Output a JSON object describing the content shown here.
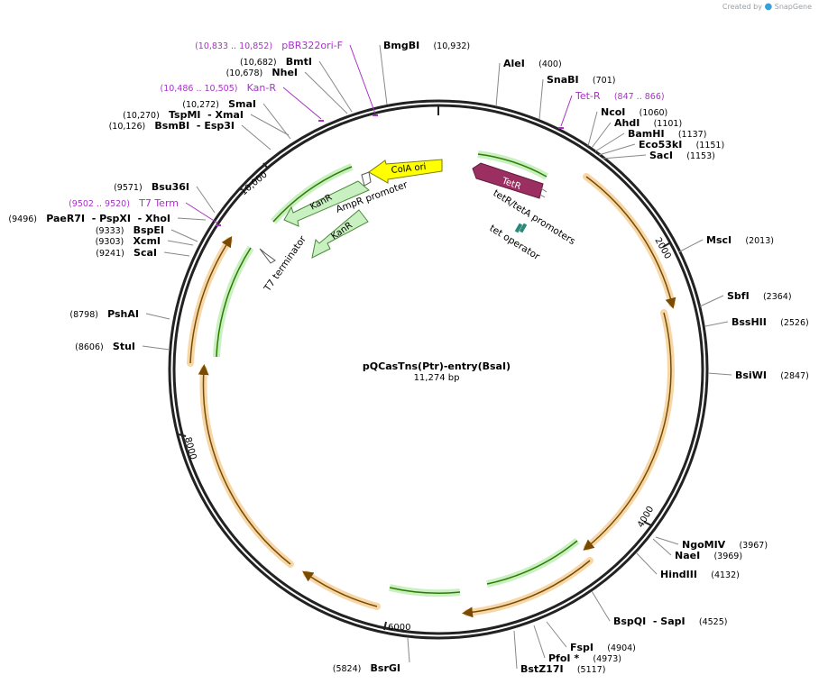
{
  "title": "pQCasTns(Ptr)-entry(BsaI)",
  "length_label": "11,274 bp",
  "brand": {
    "created_by": "Created by",
    "logo": "SnapGene"
  },
  "ticks": [
    "2000",
    "4000",
    "6000",
    "8000",
    "10,000"
  ],
  "labels": [
    {
      "name": "BmgBI",
      "pos": "(10,932)",
      "type": "enzyme"
    },
    {
      "name": "AleI",
      "pos": "(400)",
      "type": "enzyme"
    },
    {
      "name": "SnaBI",
      "pos": "(701)",
      "type": "enzyme"
    },
    {
      "name": "Tet-R",
      "pos": "(847 .. 866)",
      "type": "primer"
    },
    {
      "name": "NcoI",
      "pos": "(1060)",
      "type": "enzyme"
    },
    {
      "name": "AhdI",
      "pos": "(1101)",
      "type": "enzyme"
    },
    {
      "name": "BamHI",
      "pos": "(1137)",
      "type": "enzyme"
    },
    {
      "name": "Eco53kI",
      "pos": "(1151)",
      "type": "enzyme"
    },
    {
      "name": "SacI",
      "pos": "(1153)",
      "type": "enzyme"
    },
    {
      "name": "MscI",
      "pos": "(2013)",
      "type": "enzyme"
    },
    {
      "name": "SbfI",
      "pos": "(2364)",
      "type": "enzyme"
    },
    {
      "name": "BssHII",
      "pos": "(2526)",
      "type": "enzyme"
    },
    {
      "name": "BsiWI",
      "pos": "(2847)",
      "type": "enzyme"
    },
    {
      "name": "NgoMIV",
      "pos": "(3967)",
      "type": "enzyme"
    },
    {
      "name": "NaeI",
      "pos": "(3969)",
      "type": "enzyme"
    },
    {
      "name": "HindIII",
      "pos": "(4132)",
      "type": "enzyme"
    },
    {
      "name": "BspQI  - SapI",
      "pos": "(4525)",
      "type": "enzyme"
    },
    {
      "name": "FspI",
      "pos": "(4904)",
      "type": "enzyme"
    },
    {
      "name": "PfoI *",
      "pos": "(4973)",
      "type": "enzyme"
    },
    {
      "name": "BstZ17I",
      "pos": "(5117)",
      "type": "enzyme"
    },
    {
      "name": "BsrGI",
      "pos": "(5824)",
      "type": "enzyme"
    },
    {
      "name": "StuI",
      "pos": "(8606)",
      "type": "enzyme"
    },
    {
      "name": "PshAI",
      "pos": "(8798)",
      "type": "enzyme"
    },
    {
      "name": "ScaI",
      "pos": "(9241)",
      "type": "enzyme"
    },
    {
      "name": "XcmI",
      "pos": "(9303)",
      "type": "enzyme"
    },
    {
      "name": "BspEI",
      "pos": "(9333)",
      "type": "enzyme"
    },
    {
      "name": "PaeR7I  - PspXI  - XhoI",
      "pos": "(9496)",
      "type": "enzyme"
    },
    {
      "name": "T7 Term",
      "pos": "(9502 .. 9520)",
      "type": "primer"
    },
    {
      "name": "Bsu36I",
      "pos": "(9571)",
      "type": "enzyme"
    },
    {
      "name": "BsmBI  - Esp3I",
      "pos": "(10,126)",
      "type": "enzyme"
    },
    {
      "name": "TspMI  - XmaI",
      "pos": "(10,270)",
      "type": "enzyme"
    },
    {
      "name": "SmaI",
      "pos": "(10,272)",
      "type": "enzyme"
    },
    {
      "name": "Kan-R",
      "pos": "(10,486 .. 10,505)",
      "type": "primer"
    },
    {
      "name": "NheI",
      "pos": "(10,678)",
      "type": "enzyme"
    },
    {
      "name": "BmtI",
      "pos": "(10,682)",
      "type": "enzyme"
    },
    {
      "name": "pBR322ori-F",
      "pos": "(10,833 .. 10,852)",
      "type": "primer"
    }
  ],
  "features": {
    "tetr": "TetR",
    "tetr_promoters": "tetR/tetA promoters",
    "tet_operator": "tet operator",
    "cola_ori": "ColA ori",
    "ampr_promoter": "AmpR promoter",
    "kanr_1": "KanR",
    "kanr_2": "KanR",
    "t7_terminator": "T7 terminator"
  },
  "colors": {
    "enzyme": "#000000",
    "primer": "#a832c8",
    "orf_fill": "#f6d8a8",
    "orf_line": "#7a4a00",
    "green_fill": "#c8f0c0",
    "green_line": "#2f7a00",
    "tetr": "#9b2f62",
    "cola": "#ffff00"
  }
}
